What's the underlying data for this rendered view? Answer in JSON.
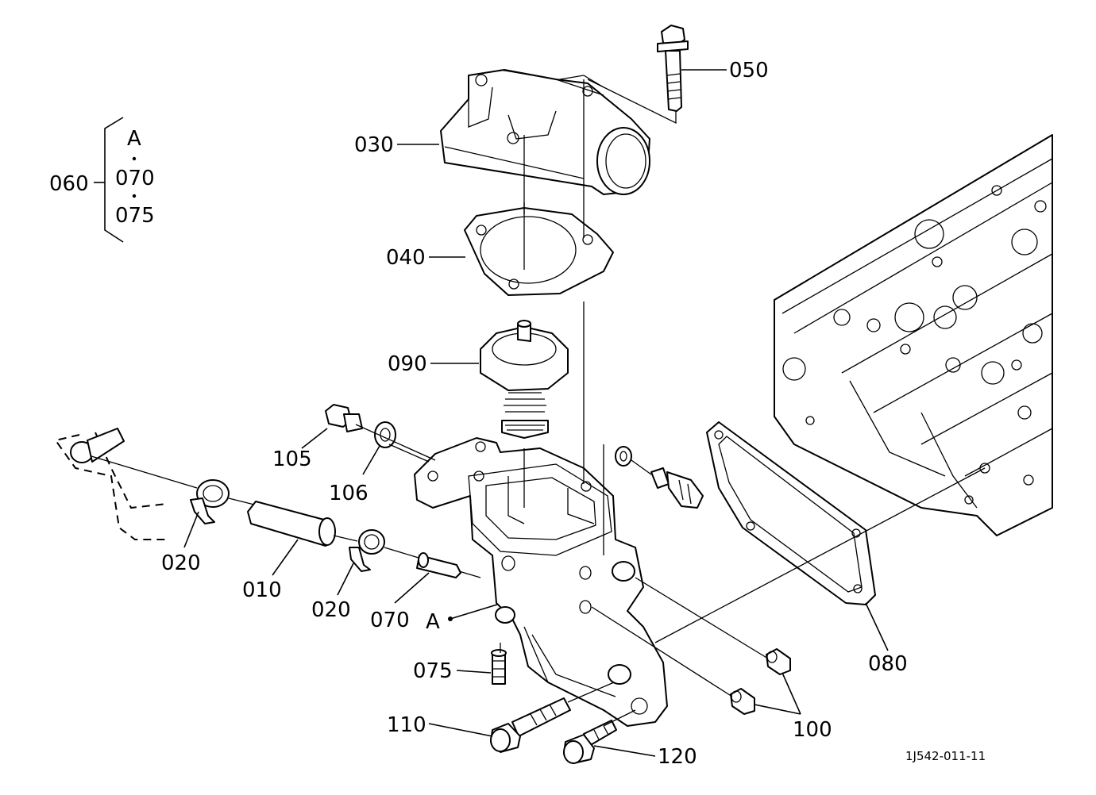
{
  "labels": {
    "p050": "050",
    "p030": "030",
    "p060": "060",
    "gA": "A",
    "g070": "070",
    "g075": "075",
    "p040": "040",
    "p090": "090",
    "p105": "105",
    "p106": "106",
    "p020a": "020",
    "p010": "010",
    "p020b": "020",
    "p070": "070",
    "pA": "A",
    "p075": "075",
    "p110": "110",
    "p120": "120",
    "p100": "100",
    "p080": "080"
  },
  "drawing_code": "1J542-011-11"
}
